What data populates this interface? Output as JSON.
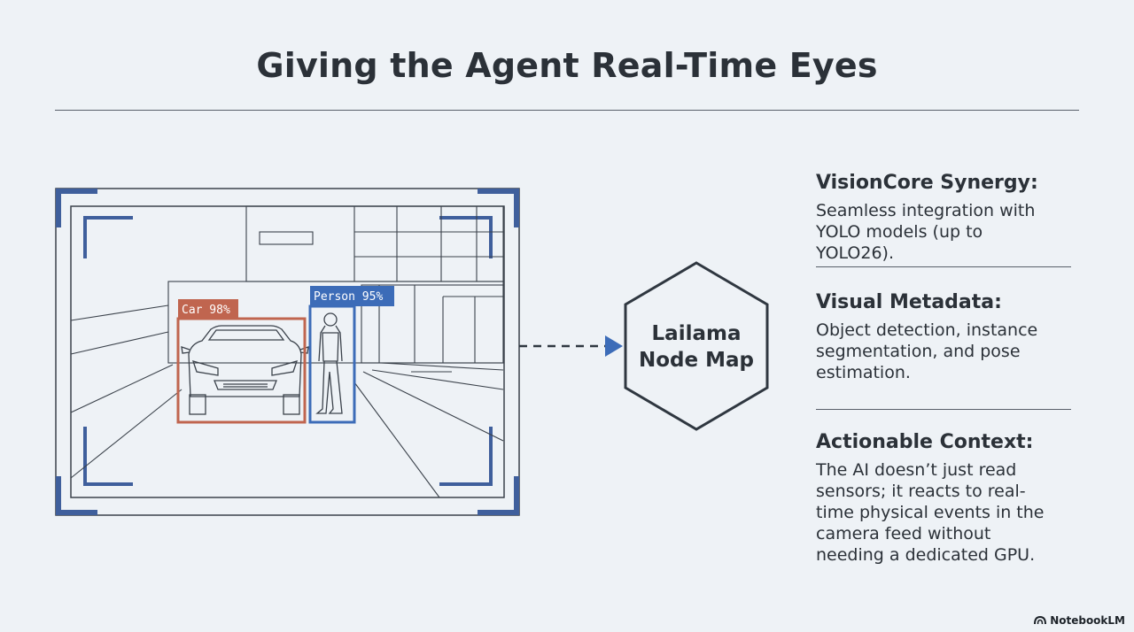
{
  "title": "Giving the Agent Real-Time Eyes",
  "camera_view": {
    "detections": [
      {
        "label": "Car 98%",
        "color": "#c0654f"
      },
      {
        "label": "Person 95%",
        "color": "#3c6cb8"
      }
    ]
  },
  "node": {
    "label_line1": "Lailama",
    "label_line2": "Node Map"
  },
  "features": [
    {
      "heading": "VisionCore Synergy:",
      "body": "Seamless integration with YOLO models (up to YOLO26)."
    },
    {
      "heading": "Visual Metadata:",
      "body": "Object detection, instance segmentation, and pose estimation."
    },
    {
      "heading": "Actionable Context:",
      "body": "The AI doesn’t just read sensors; it reacts to real-time physical events in the camera feed without needing a dedicated GPU."
    }
  ],
  "brand": {
    "name": "NotebookLM"
  },
  "colors": {
    "accent_blue": "#3c6cb8",
    "frame_blue": "#3f5f9c",
    "line": "#2f3740",
    "background": "#eef2f6"
  }
}
